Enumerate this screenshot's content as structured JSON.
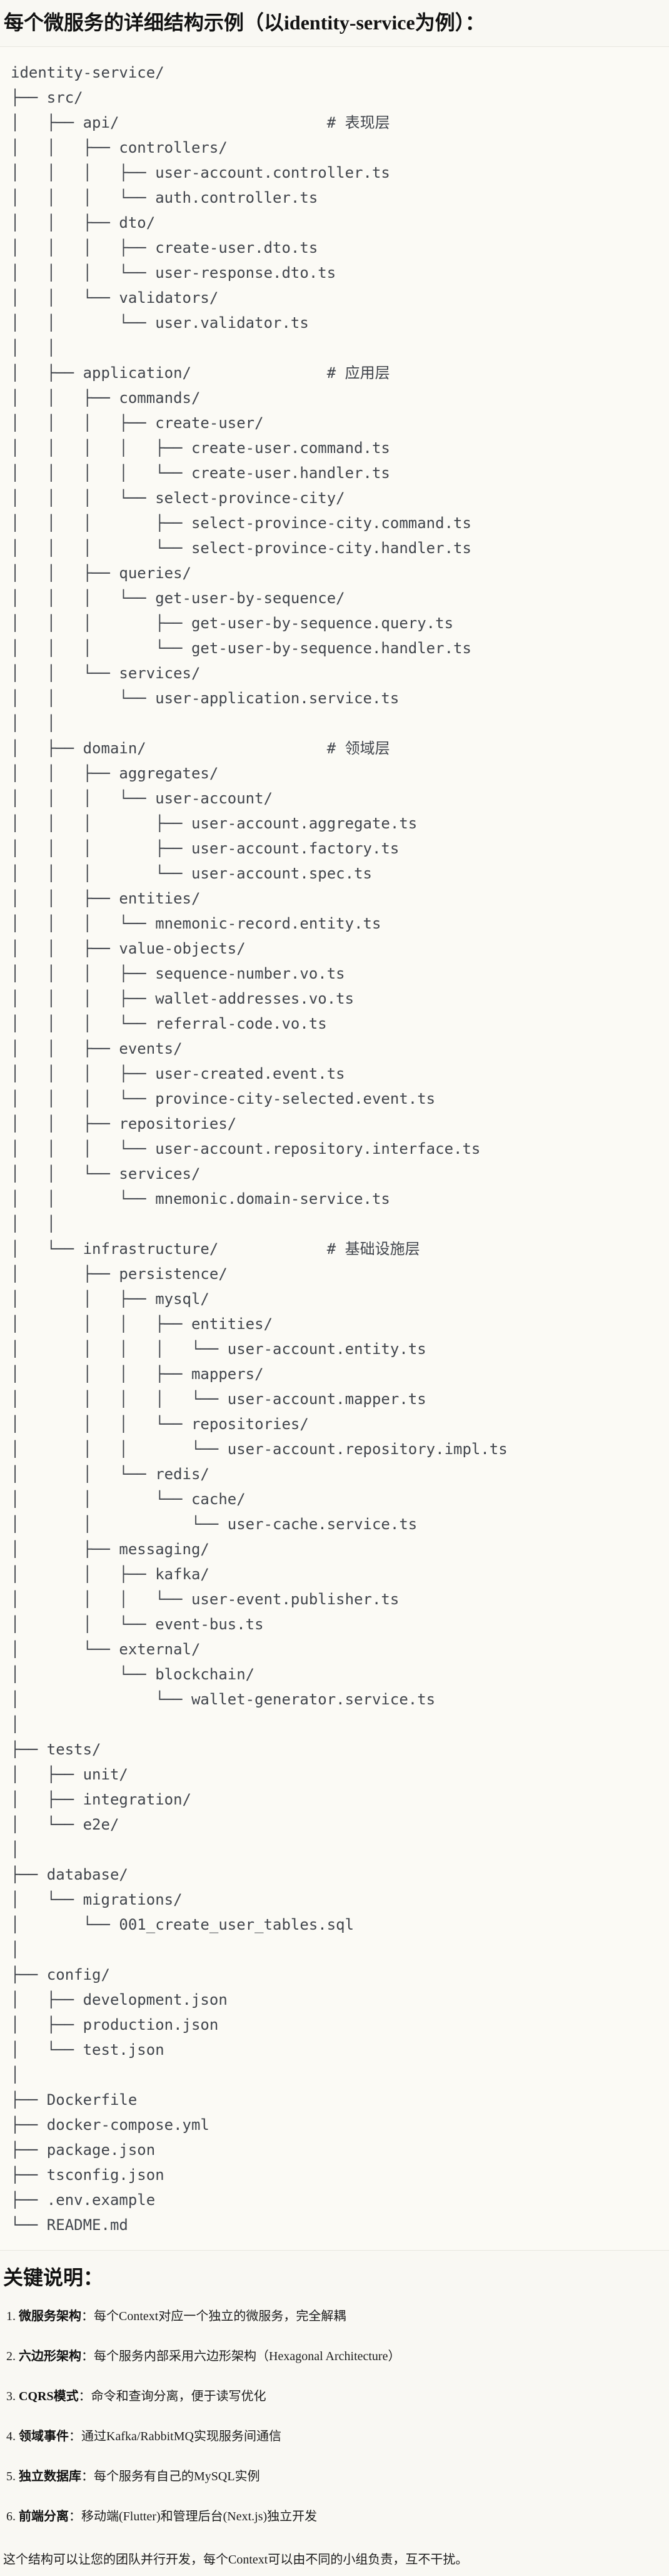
{
  "title": "每个微服务的详细结构示例（以identity-service为例）：",
  "tree": {
    "lines": [
      "identity-service/",
      "├── src/",
      "│   ├── api/                       # 表现层",
      "│   │   ├── controllers/",
      "│   │   │   ├── user-account.controller.ts",
      "│   │   │   └── auth.controller.ts",
      "│   │   ├── dto/",
      "│   │   │   ├── create-user.dto.ts",
      "│   │   │   └── user-response.dto.ts",
      "│   │   └── validators/",
      "│   │       └── user.validator.ts",
      "│   │",
      "│   ├── application/               # 应用层",
      "│   │   ├── commands/",
      "│   │   │   ├── create-user/",
      "│   │   │   │   ├── create-user.command.ts",
      "│   │   │   │   └── create-user.handler.ts",
      "│   │   │   └── select-province-city/",
      "│   │   │       ├── select-province-city.command.ts",
      "│   │   │       └── select-province-city.handler.ts",
      "│   │   ├── queries/",
      "│   │   │   └── get-user-by-sequence/",
      "│   │   │       ├── get-user-by-sequence.query.ts",
      "│   │   │       └── get-user-by-sequence.handler.ts",
      "│   │   └── services/",
      "│   │       └── user-application.service.ts",
      "│   │",
      "│   ├── domain/                    # 领域层",
      "│   │   ├── aggregates/",
      "│   │   │   └── user-account/",
      "│   │   │       ├── user-account.aggregate.ts",
      "│   │   │       ├── user-account.factory.ts",
      "│   │   │       └── user-account.spec.ts",
      "│   │   ├── entities/",
      "│   │   │   └── mnemonic-record.entity.ts",
      "│   │   ├── value-objects/",
      "│   │   │   ├── sequence-number.vo.ts",
      "│   │   │   ├── wallet-addresses.vo.ts",
      "│   │   │   └── referral-code.vo.ts",
      "│   │   ├── events/",
      "│   │   │   ├── user-created.event.ts",
      "│   │   │   └── province-city-selected.event.ts",
      "│   │   ├── repositories/",
      "│   │   │   └── user-account.repository.interface.ts",
      "│   │   └── services/",
      "│   │       └── mnemonic.domain-service.ts",
      "│   │",
      "│   └── infrastructure/            # 基础设施层",
      "│       ├── persistence/",
      "│       │   ├── mysql/",
      "│       │   │   ├── entities/",
      "│       │   │   │   └── user-account.entity.ts",
      "│       │   │   ├── mappers/",
      "│       │   │   │   └── user-account.mapper.ts",
      "│       │   │   └── repositories/",
      "│       │   │       └── user-account.repository.impl.ts",
      "│       │   └── redis/",
      "│       │       └── cache/",
      "│       │           └── user-cache.service.ts",
      "│       ├── messaging/",
      "│       │   ├── kafka/",
      "│       │   │   └── user-event.publisher.ts",
      "│       │   └── event-bus.ts",
      "│       └── external/",
      "│           └── blockchain/",
      "│               └── wallet-generator.service.ts",
      "│",
      "├── tests/",
      "│   ├── unit/",
      "│   ├── integration/",
      "│   └── e2e/",
      "│",
      "├── database/",
      "│   └── migrations/",
      "│       └── 001_create_user_tables.sql",
      "│",
      "├── config/",
      "│   ├── development.json",
      "│   ├── production.json",
      "│   └── test.json",
      "│",
      "├── Dockerfile",
      "├── docker-compose.yml",
      "├── package.json",
      "├── tsconfig.json",
      "├── .env.example",
      "└── README.md"
    ]
  },
  "notes": {
    "heading": "关键说明：",
    "items": [
      {
        "num": "1. ",
        "term": "微服务架构",
        "sep": "：",
        "desc": "每个Context对应一个独立的微服务，完全解耦"
      },
      {
        "num": "2. ",
        "term": "六边形架构",
        "sep": "：",
        "desc": "每个服务内部采用六边形架构（Hexagonal Architecture）"
      },
      {
        "num": "3. ",
        "term": "CQRS模式",
        "sep": "：",
        "desc": "命令和查询分离，便于读写优化"
      },
      {
        "num": "4. ",
        "term": "领域事件",
        "sep": "：",
        "desc": "通过Kafka/RabbitMQ实现服务间通信"
      },
      {
        "num": "5. ",
        "term": "独立数据库",
        "sep": "：",
        "desc": "每个服务有自己的MySQL实例"
      },
      {
        "num": "6. ",
        "term": "前端分离",
        "sep": "：",
        "desc": "移动端(Flutter)和管理后台(Next.js)独立开发"
      }
    ]
  },
  "closing": "这个结构可以让您的团队并行开发，每个Context可以由不同的小组负责，互不干扰。"
}
